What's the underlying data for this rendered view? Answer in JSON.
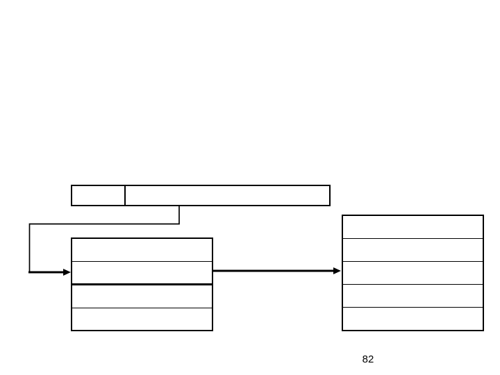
{
  "slide": {
    "page_number": "82"
  },
  "colors": {
    "background": "#ffffff",
    "line": "#000000",
    "text": "#000000"
  },
  "diagram": {
    "top_box": {
      "cell_count": 2,
      "cells": [
        "",
        ""
      ]
    },
    "left_box": {
      "row_count": 4,
      "rows": [
        "",
        "",
        "",
        ""
      ],
      "thick_divider_after_row": 2
    },
    "right_box": {
      "row_count": 5,
      "rows": [
        "",
        "",
        "",
        "",
        ""
      ]
    },
    "connectors": {
      "elbow": "top-box bottom to left of left-box",
      "arrow_1": "elbow into left-box row 2",
      "arrow_2": "left-box row 2 to right-box row 3"
    }
  }
}
